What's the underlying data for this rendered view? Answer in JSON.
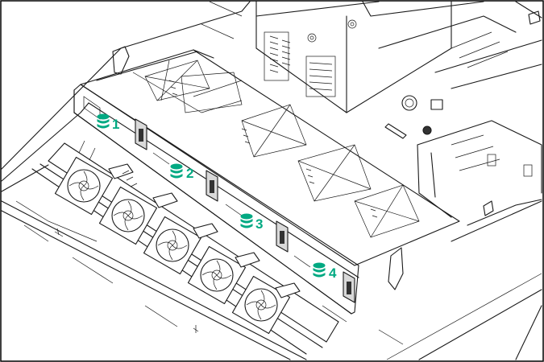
{
  "diagram": {
    "border_color": "#000000",
    "accent_color": "#01A982",
    "callouts": [
      {
        "number": "1",
        "icon": "drive-stack-icon"
      },
      {
        "number": "2",
        "icon": "drive-stack-icon"
      },
      {
        "number": "3",
        "icon": "drive-stack-icon"
      },
      {
        "number": "4",
        "icon": "drive-stack-icon"
      }
    ]
  }
}
